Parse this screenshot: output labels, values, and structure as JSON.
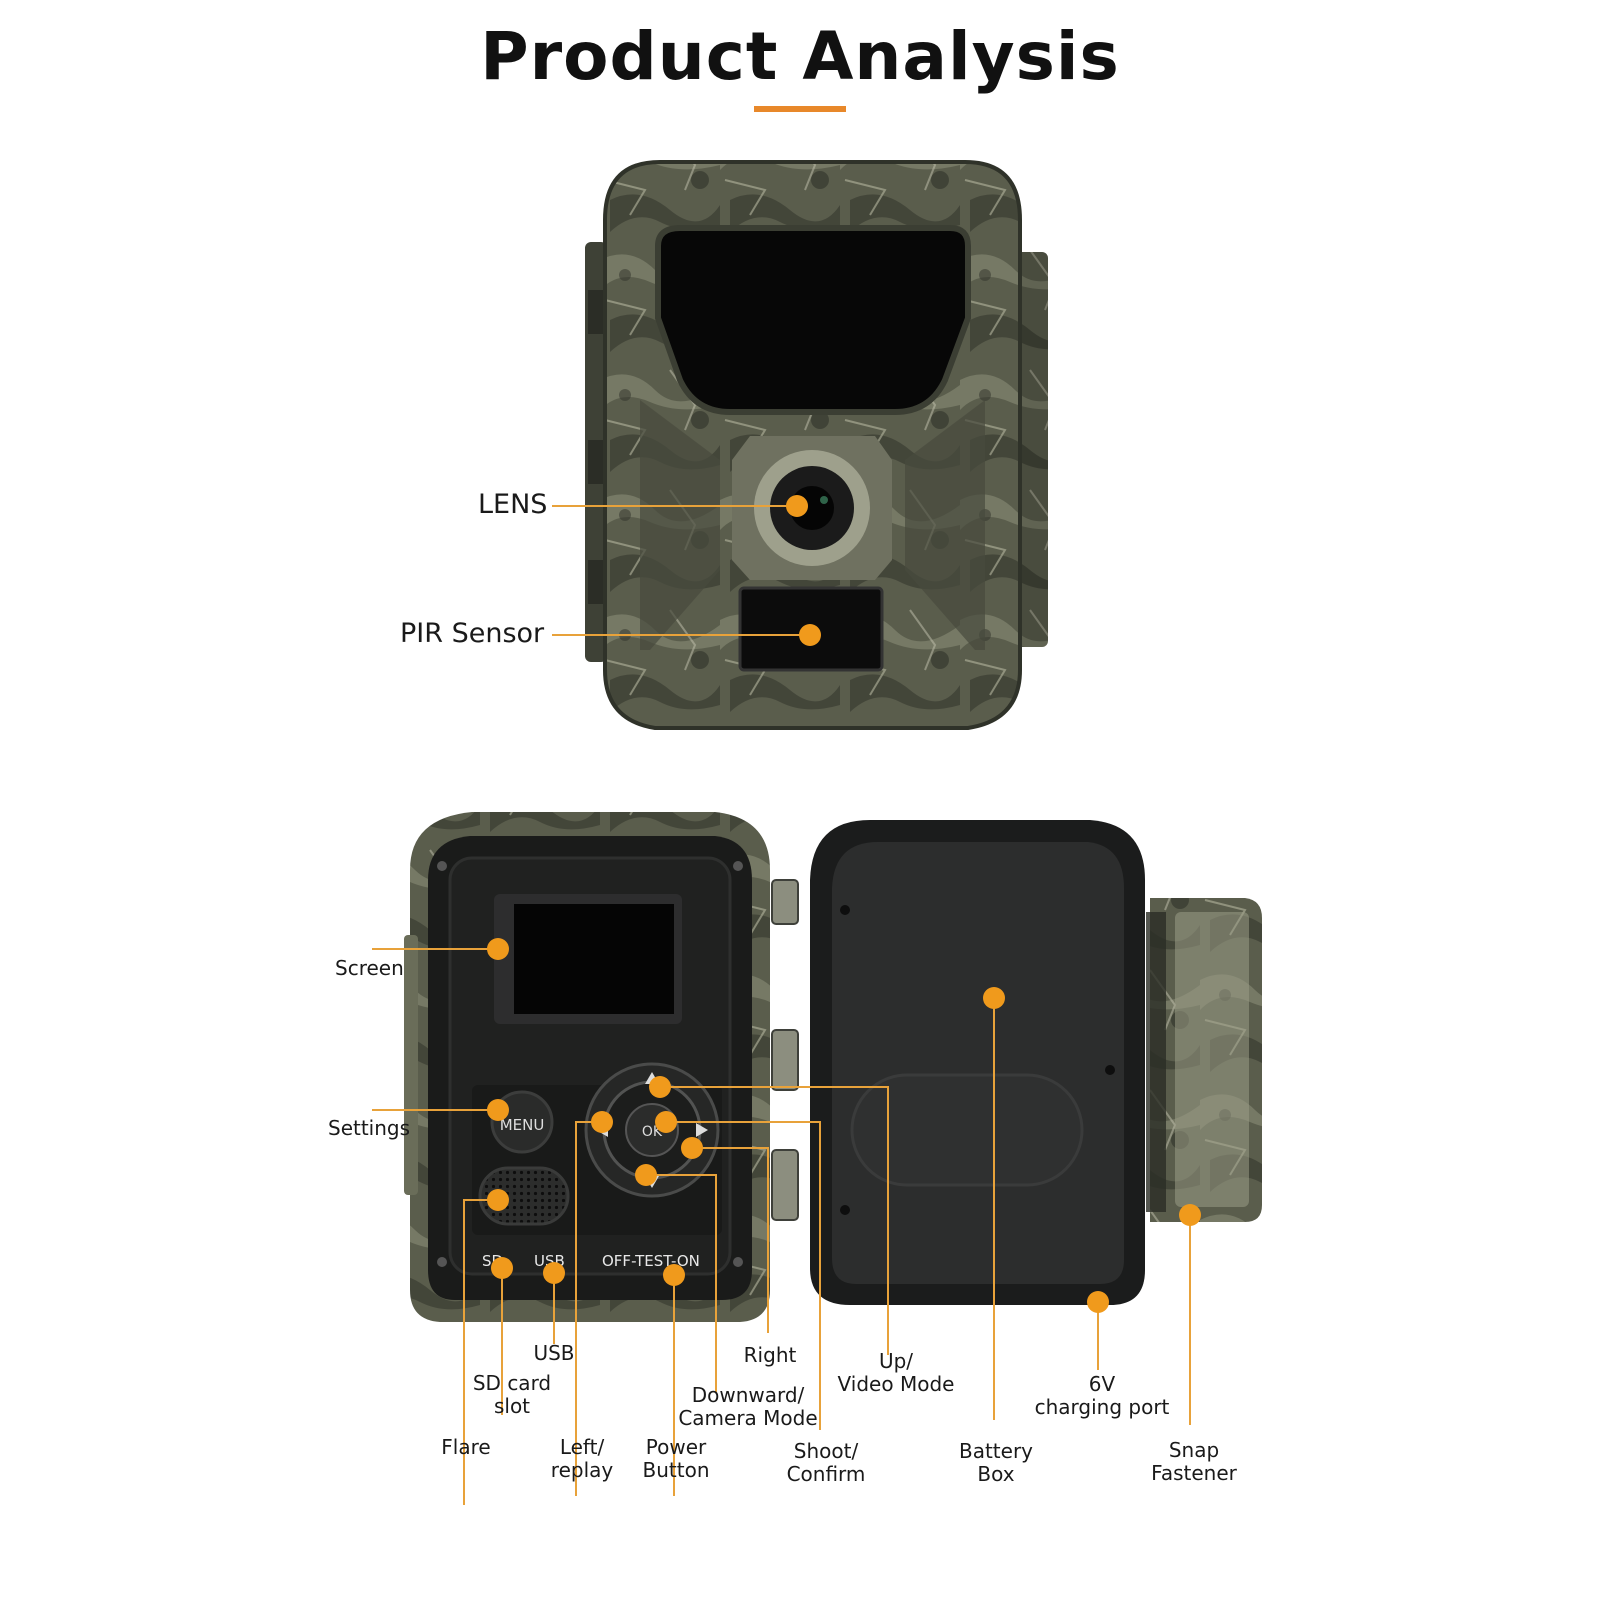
{
  "title": "Product Analysis",
  "colors": {
    "accent": "#e8882a",
    "leader_line": "#e8a23a",
    "camo_dark": "#4b4e3f",
    "camo_light": "#8a8c78",
    "lens_black": "#0b0b0b",
    "panel_black": "#1d1e1d",
    "battery_box": "#2a2b2b"
  },
  "front_view": {
    "labels": {
      "lens": "LENS",
      "pir": "PIR Sensor"
    }
  },
  "back_view": {
    "panel_text": {
      "menu": "MENU",
      "ok": "OK",
      "sd": "SD",
      "usb": "USB",
      "switch": "OFF-TEST-ON"
    },
    "labels": {
      "screen": "Screen",
      "settings": "Settings",
      "usb": "USB",
      "sd_card_slot": [
        "SD card",
        "slot"
      ],
      "flare": "Flare",
      "left_replay": [
        "Left/",
        "replay"
      ],
      "power_button": [
        "Power",
        "Button"
      ],
      "downward": [
        "Downward/",
        "Camera Mode"
      ],
      "right": "Right",
      "shoot": [
        "Shoot/",
        "Confirm"
      ],
      "up": [
        "Up/",
        "Video Mode"
      ],
      "battery_box": [
        "Battery",
        "Box"
      ],
      "charging": [
        "6V",
        "charging port"
      ],
      "snap": [
        "Snap",
        "Fastener"
      ]
    }
  }
}
